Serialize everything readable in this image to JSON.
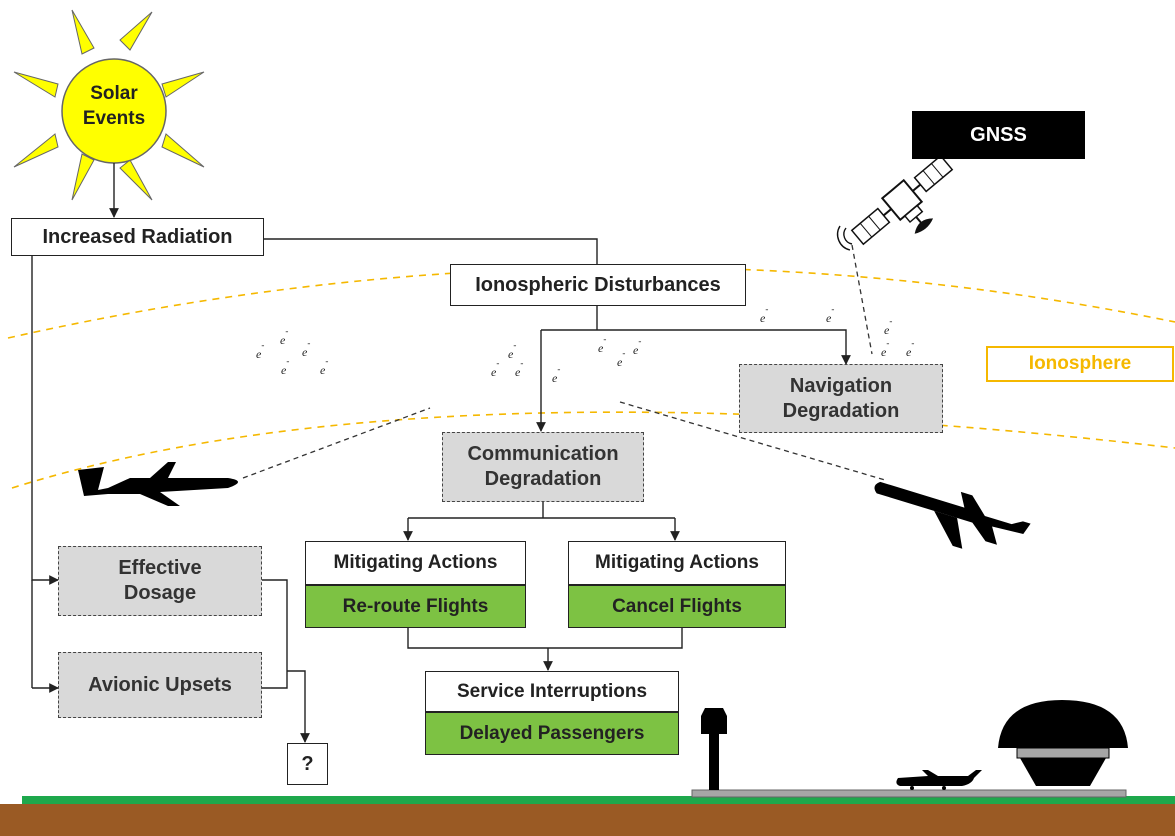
{
  "sun": {
    "label": "Solar\nEvents",
    "color": "#ffff00"
  },
  "boxes": {
    "increased_radiation": "Increased Radiation",
    "ionospheric_disturbances": "Ionospheric Disturbances",
    "navigation_degradation": "Navigation\nDegradation",
    "communication_degradation": "Communication\nDegradation",
    "effective_dosage": "Effective\nDosage",
    "avionic_upsets": "Avionic Upsets",
    "mitigating_actions_1": "Mitigating Actions",
    "reroute_flights": "Re-route Flights",
    "mitigating_actions_2": "Mitigating Actions",
    "cancel_flights": "Cancel Flights",
    "service_interruptions": "Service Interruptions",
    "delayed_passengers": "Delayed Passengers",
    "unknown": "?"
  },
  "gnss_label": "GNSS",
  "ionosphere_label": "Ionosphere",
  "electron": {
    "base": "e",
    "sup": "-"
  },
  "colors": {
    "sun": "#ffff00",
    "ionosphere": "#f5b800",
    "green_box": "#7dc243",
    "gray_box": "#d9d9d9",
    "ground": "#9a5a24",
    "grass": "#1ea84c"
  },
  "icons": [
    "sun-icon",
    "satellite-icon",
    "airplane-icon",
    "control-tower-icon",
    "radar-dome-icon"
  ]
}
